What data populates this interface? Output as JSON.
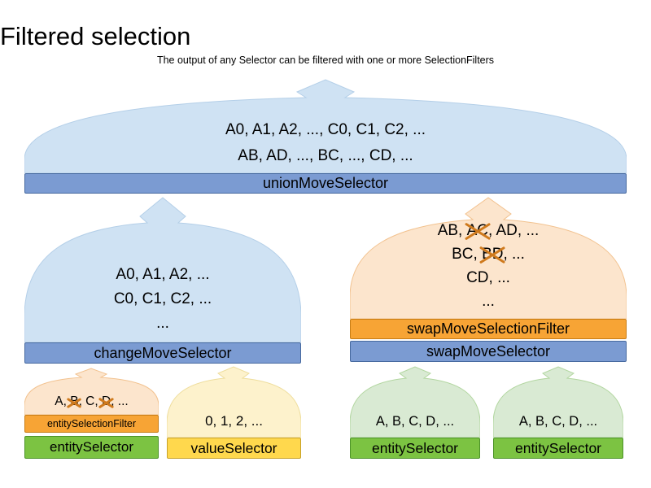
{
  "header": {
    "title": "Filtered selection",
    "subtitle": "The output of any Selector can be filtered with one or more SelectionFilters"
  },
  "union": {
    "lines": [
      "A0, A1, A2, ..., C0, C1, C2, ...",
      "AB, AD, ..., BC, ..., CD, ..."
    ],
    "label": "unionMoveSelector"
  },
  "change": {
    "lines": [
      "A0, A1, A2, ...",
      "C0, C1, C2, ...",
      "..."
    ],
    "label": "changeMoveSelector"
  },
  "swap": {
    "line1": {
      "pre": "AB, ",
      "crossed": "AC",
      "post": ", AD, ..."
    },
    "line2": {
      "pre": "BC, ",
      "crossed": "BD",
      "post": ", ..."
    },
    "line3": "CD, ...",
    "line4": "...",
    "filter_label": "swapMoveSelectionFilter",
    "selector_label": "swapMoveSelector"
  },
  "entity_filtered": {
    "line": {
      "p1": "A, ",
      "c1": "B",
      "p2": ", C, ",
      "c2": "D",
      "p3": ", ..."
    },
    "filter_label": "entitySelectionFilter",
    "selector_label": "entitySelector"
  },
  "value": {
    "line": "0, 1, 2, ...",
    "label": "valueSelector"
  },
  "entity_a": {
    "line": "A, B, C, D, ...",
    "label": "entitySelector"
  },
  "entity_b": {
    "line": "A, B, C, D, ...",
    "label": "entitySelector"
  },
  "colors": {
    "text": "#000000",
    "blue_funnel": "#cfe2f3",
    "blue_funnel_border": "#b4cfe8",
    "blue_bar": "#7b9bd2",
    "blue_bar_border": "#46699f",
    "orange_funnel": "#fce5cd",
    "orange_funnel_border": "#f2c28f",
    "orange_bar": "#f7a435",
    "orange_bar_border": "#c87d15",
    "green_funnel": "#d9ead3",
    "green_funnel_border": "#b2d6a0",
    "green_bar": "#7cc342",
    "green_bar_border": "#4c9328",
    "yellow_funnel": "#fdf2cc",
    "yellow_funnel_border": "#eedd9c",
    "yellow_bar": "#ffd84d",
    "yellow_bar_border": "#c7a129",
    "cross": "#cf7a1d"
  }
}
